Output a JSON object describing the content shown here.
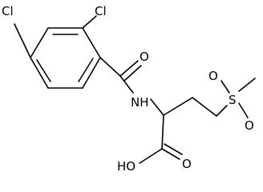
{
  "molecule": {
    "atoms": {
      "cl_top_left": "Cl",
      "cl_top_right": "Cl",
      "amide_oxygen": "O",
      "amine_nh": "NH",
      "sulfur": "S",
      "sulfonyl_oxygen_upper": "O",
      "sulfonyl_oxygen_lower": "O",
      "hydroxyl": "HO",
      "carbonyl_oxygen": "O"
    }
  },
  "colors": {
    "bond": "#000000",
    "label": "#000000",
    "background": "#ffffff"
  }
}
